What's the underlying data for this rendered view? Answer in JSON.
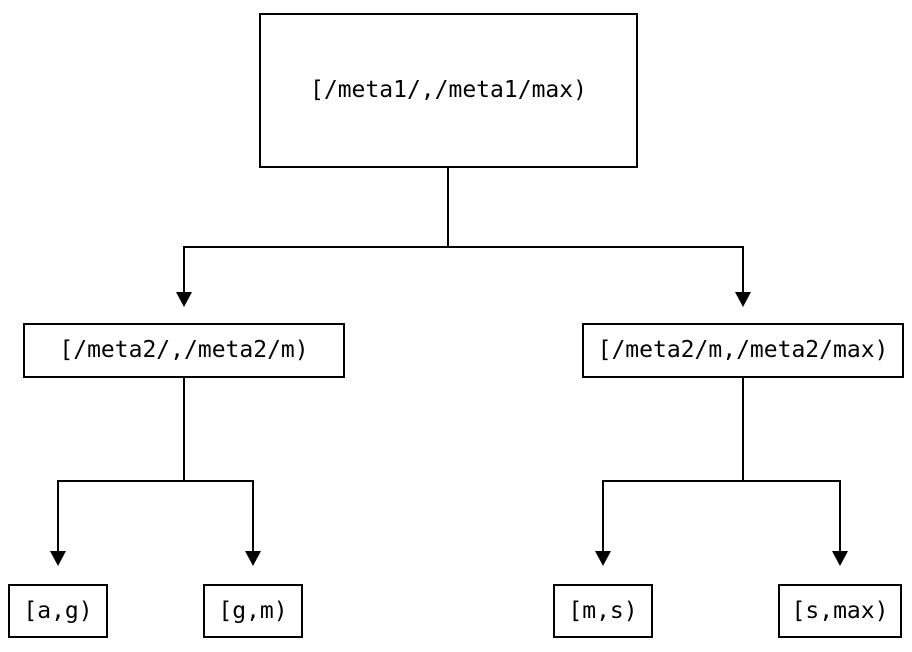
{
  "diagram": {
    "background_color": "#ffffff",
    "line_color": "#000000",
    "text_color": "#000000",
    "tree": {
      "root": {
        "label": "[/meta1/,/meta1/max)"
      },
      "children": [
        {
          "label": "[/meta2/,/meta2/m)",
          "children": [
            {
              "label": "[a,g)"
            },
            {
              "label": "[g,m)"
            }
          ]
        },
        {
          "label": "[/meta2/m,/meta2/max)",
          "children": [
            {
              "label": "[m,s)"
            },
            {
              "label": "[s,max)"
            }
          ]
        }
      ]
    }
  }
}
